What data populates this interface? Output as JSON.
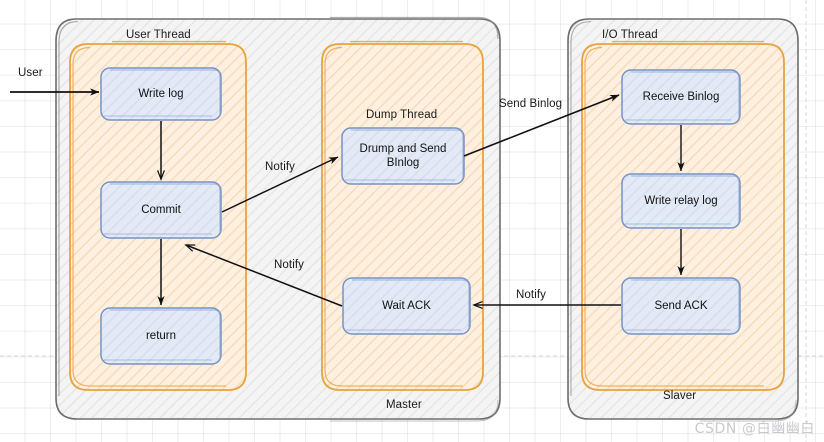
{
  "diagram": {
    "title_hidden": "",
    "containers": [
      {
        "key": "master",
        "label": "Master",
        "label_pos": "bottom",
        "color": "#666666"
      },
      {
        "key": "slaver",
        "label": "Slaver",
        "label_pos": "bottom",
        "color": "#666666"
      }
    ],
    "lanes": [
      {
        "key": "user_thread",
        "label": "User Thread",
        "color": "#E8A33D"
      },
      {
        "key": "dump_thread",
        "label": "Dump Thread",
        "color": "#E8A33D"
      },
      {
        "key": "io_thread",
        "label": "I/O Thread",
        "color": "#E8A33D"
      }
    ],
    "nodes": [
      {
        "key": "write_log",
        "label": "Write log"
      },
      {
        "key": "commit",
        "label": "Commit"
      },
      {
        "key": "return",
        "label": "return"
      },
      {
        "key": "dump_send",
        "label": "Drump and Send\nBInlog"
      },
      {
        "key": "wait_ack",
        "label": "Wait ACK"
      },
      {
        "key": "receive_binlog",
        "label": "Receive Binlog"
      },
      {
        "key": "write_relay",
        "label": "Write relay log"
      },
      {
        "key": "send_ack",
        "label": "Send ACK"
      }
    ],
    "edges": [
      {
        "key": "user_in",
        "label": "User",
        "from": "user",
        "to": "write_log"
      },
      {
        "key": "writelog_commit",
        "label": "",
        "from": "write_log",
        "to": "commit"
      },
      {
        "key": "commit_dump",
        "label": "Notify",
        "from": "commit",
        "to": "dump_send"
      },
      {
        "key": "dump_receive",
        "label": "Send Binlog",
        "from": "dump_send",
        "to": "receive_binlog"
      },
      {
        "key": "receive_relay",
        "label": "",
        "from": "receive_binlog",
        "to": "write_relay"
      },
      {
        "key": "relay_sendack",
        "label": "",
        "from": "write_relay",
        "to": "send_ack"
      },
      {
        "key": "sendack_waitack",
        "label": "Notify",
        "from": "send_ack",
        "to": "wait_ack"
      },
      {
        "key": "waitack_commit",
        "label": "Notify",
        "from": "wait_ack",
        "to": "commit"
      },
      {
        "key": "commit_return",
        "label": "",
        "from": "commit",
        "to": "return"
      }
    ],
    "colors": {
      "node_fill": "#DCE4F2",
      "node_stroke": "#7693C4",
      "lane_fill": "#FBE4CB",
      "lane_stroke": "#E8A33D",
      "container_stroke": "#6E6E6E",
      "container_fill": "#F5F5F5",
      "arrow": "#000000",
      "grid": "#E8E8E8"
    },
    "watermark": "CSDN @白幽幽白"
  }
}
